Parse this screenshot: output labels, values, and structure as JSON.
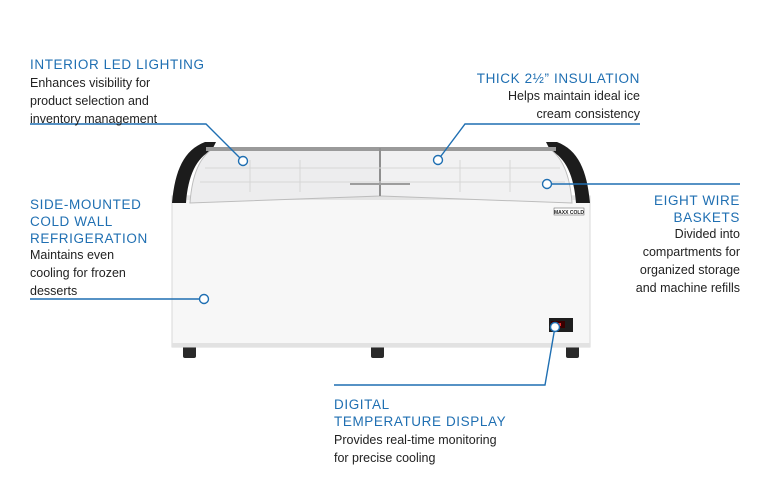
{
  "accent_color": "#1f6fb2",
  "brand_label": "MAXX COLD",
  "callouts": {
    "led": {
      "title": "INTERIOR LED LIGHTING",
      "lines": [
        "Enhances visibility for",
        "product selection and",
        "inventory management"
      ]
    },
    "insulation": {
      "title": "THICK 2½” INSULATION",
      "lines": [
        "Helps maintain ideal ice",
        "cream consistency"
      ]
    },
    "coldwall": {
      "title_lines": [
        "SIDE-MOUNTED",
        "COLD WALL",
        "REFRIGERATION"
      ],
      "lines": [
        "Maintains even",
        "cooling for frozen",
        "desserts"
      ]
    },
    "baskets": {
      "title_lines": [
        "EIGHT WIRE",
        "BASKETS"
      ],
      "lines": [
        "Divided into",
        "compartments for",
        "organized storage",
        "and machine refills"
      ]
    },
    "display": {
      "title_lines": [
        "DIGITAL",
        "TEMPERATURE DISPLAY"
      ],
      "lines": [
        "Provides real-time monitoring",
        "for precise cooling"
      ]
    }
  }
}
